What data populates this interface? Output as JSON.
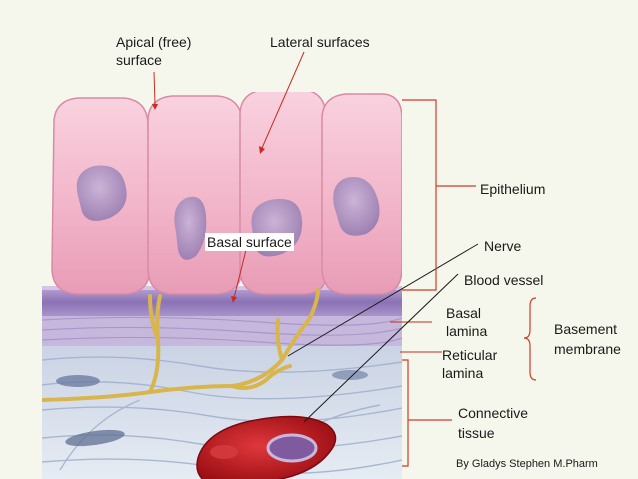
{
  "labels": {
    "apical_line1": "Apical (free)",
    "apical_line2": "surface",
    "lateral": "Lateral surfaces",
    "epithelium": "Epithelium",
    "basal_surface": "Basal surface",
    "nerve": "Nerve",
    "blood_vessel": "Blood vessel",
    "basal_lamina_line1": "Basal",
    "basal_lamina_line2": "lamina",
    "basement_line1": "Basement",
    "basement_line2": "membrane",
    "reticular_line1": "Reticular",
    "reticular_line2": "lamina",
    "connective_line1": "Connective",
    "connective_line2": "tissue"
  },
  "credit": "By Gladys Stephen M.Pharm",
  "colors": {
    "background": "#f5f6ec",
    "cell": "#f2b7cb",
    "nucleus": "#a58bbd",
    "basement": "#8f77b8",
    "connective": "#dfe6f0",
    "nerve": "#e2c25a",
    "vessel": "#b3161c",
    "bracket": "#d33a2a"
  }
}
